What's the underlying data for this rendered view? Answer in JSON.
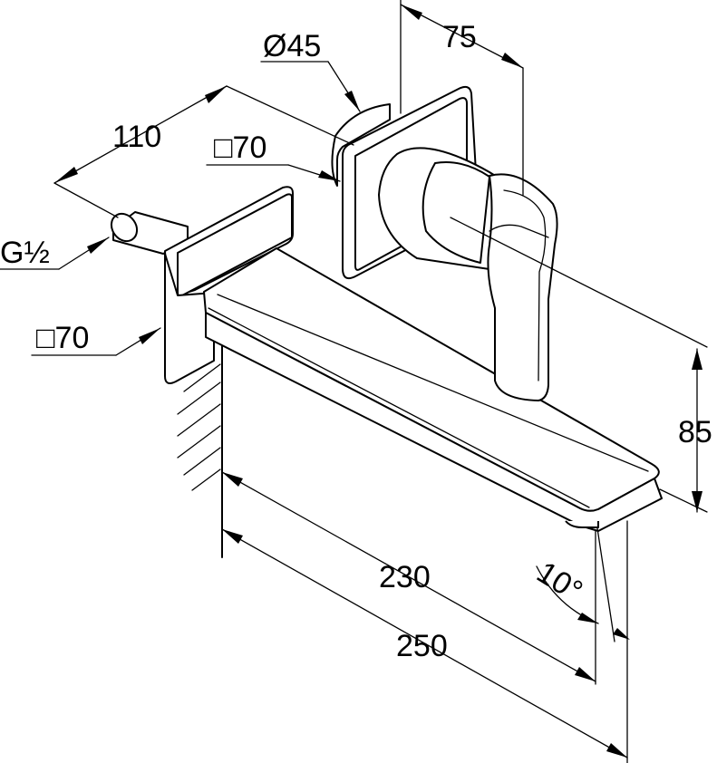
{
  "diagram": {
    "colors": {
      "stroke": "#000000",
      "background": "#ffffff"
    },
    "dimensions": {
      "pipe_depth": "110",
      "thread": "G½",
      "rear_plate": "□70",
      "front_plate": "□70",
      "rosette_diameter": "Ø45",
      "handle_depth": "75",
      "spout_height": "85",
      "spout_projection": "230",
      "overall_projection": "250",
      "outlet_angle": "10°"
    }
  }
}
